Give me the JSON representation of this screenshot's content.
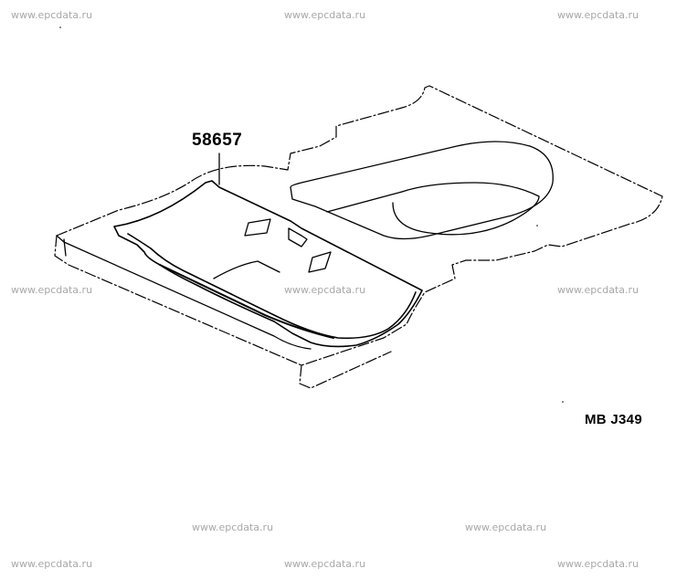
{
  "watermarks": [
    "www.epcdata.ru",
    "www.epcdata.ru",
    "www.epcdata.ru",
    "www.epcdata.ru",
    "www.epcdata.ru",
    "www.epcdata.ru",
    "www.epcdata.ru",
    "www.epcdata.ru",
    "www.epcdata.ru",
    "www.epcdata.ru",
    "www.epcdata.ru"
  ],
  "callout": {
    "part_number": "58657"
  },
  "figure": {
    "code": "MB J349"
  },
  "colors": {
    "line": "#000000",
    "watermark": "#a8a8a8",
    "background": "#ffffff"
  }
}
